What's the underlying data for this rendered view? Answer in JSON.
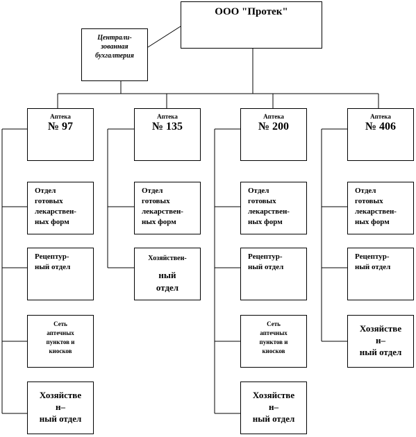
{
  "org_chart": {
    "root": {
      "label": "ООО \"Протек\""
    },
    "accounting": {
      "label": "Централи-\nзованная\nбухгалтерия"
    },
    "pharmacies": [
      {
        "caption": "Аптека",
        "number": "№ 97",
        "departments": [
          {
            "label": "Отдел\nготовых\nлекарствен-\nных форм"
          },
          {
            "label": "Рецептур-\nный отдел"
          },
          {
            "label": "Сеть\nаптечных\nпунктов и\nкиосков"
          },
          {
            "label": "Хозяйстве\nн–\nный отдел"
          }
        ]
      },
      {
        "caption": "Аптека",
        "number": "№ 135",
        "departments": [
          {
            "label": "Отдел\nготовых\nлекарствен-\nных форм"
          },
          {
            "label_top": "Хозяйствен-",
            "label_bottom": "ный\nотдел"
          }
        ]
      },
      {
        "caption": "Аптека",
        "number": "№ 200",
        "departments": [
          {
            "label": "Отдел\nготовых\nлекарствен-\nных форм"
          },
          {
            "label": "Рецептур-\nный отдел"
          },
          {
            "label": "Сеть\nаптечных\nпунктов и\nкиосков"
          },
          {
            "label": "Хозяйстве\nн–\nный отдел"
          }
        ]
      },
      {
        "caption": "Аптека",
        "number": "№ 406",
        "departments": [
          {
            "label": "Отдел\nготовых\nлекарствен-\nных форм"
          },
          {
            "label": "Рецептур-\nный отдел"
          },
          {
            "label": "Хозяйстве\nн–\nный отдел"
          }
        ]
      }
    ]
  }
}
